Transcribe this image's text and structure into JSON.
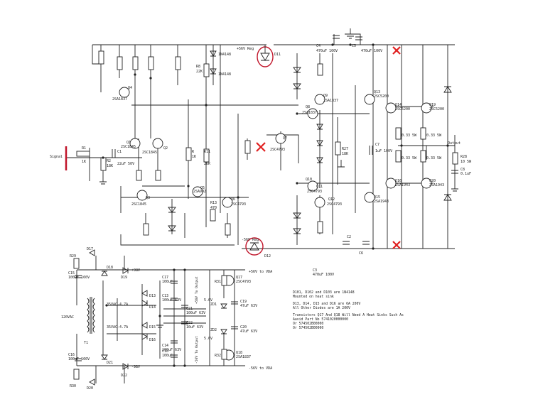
{
  "schematic": {
    "input_label": "Signal",
    "output_label": "Output",
    "ac_input_label": "120VAC",
    "transformer": {
      "ref": "T1",
      "sec1": "35VAC-4.7A",
      "sec2": "35VAC-4.7A"
    },
    "regulator_top_label": "+56V Reg",
    "regulator_bottom_label": "-56V Reg",
    "rail_labels": {
      "pos98": "+98V",
      "neg98": "-98V",
      "pos56_vda": "+56V to VDA",
      "neg56_vda": "-56V to VDA",
      "pos_output": "+56V To Output",
      "neg_output": "-56V To Output"
    },
    "zener_labels": [
      "5.6V",
      "5.6V"
    ],
    "parts": {
      "d11": "D11",
      "d12": "D12",
      "d1": "1N4148",
      "d2": "1N4148",
      "q4": "Q4",
      "q4v": "2SA1837",
      "q1": "Q1",
      "q1v": "2SC1845",
      "q2": "Q2",
      "q2v": "2SC1845",
      "q3": "Q3",
      "q3v": "2SC1845",
      "q5": "Q5",
      "q5v": "2SA992",
      "q6": "Q6",
      "q6v": "2SC4793",
      "q7": "Q7",
      "q7v": "2SC4793",
      "q8": "Q8",
      "q8v": "2SA1837",
      "q9": "Q9",
      "q9v": "2SA1837",
      "q10": "Q10",
      "q11": "Q11",
      "q11v": "2SC4793",
      "q12": "Q12",
      "q12v": "2SC4793",
      "q13": "Q13",
      "q13v": "2SC5200",
      "q14": "Q14",
      "q14v": "2SC5200",
      "q19": "Q19",
      "q19v": "2SC5200",
      "q15": "Q15",
      "q15v": "2SA1943",
      "q16": "Q16",
      "q16v": "2SA1943",
      "q20": "Q20",
      "q20v": "2SA1943",
      "q17": "Q17",
      "q17v": "2SC4793",
      "q18": "Q18",
      "q18v": "2SA1837",
      "c1": "C1",
      "c1v": "22uF 50V",
      "c7": "C7",
      "c7v": "1uF 100V",
      "c2": "C2",
      "c3": "C3",
      "c4": "C4",
      "c4v": "470uF 100V",
      "c5": "C5",
      "c5v": "470uF 100V",
      "c6": "C6",
      "c8": "C8",
      "c8v": "0.1uF",
      "r1": "R1",
      "r1v": "1K",
      "r2": "R2",
      "r2v": "18K",
      "r8": "R8",
      "r8v": "22K",
      "r11": "R11",
      "r11v": "20K",
      "r13": "R13",
      "r13v": "470",
      "r27": "R27",
      "r27v": "18K",
      "r28": "R28",
      "r28v": "10 5W",
      "rx": "R",
      "rxv": "1K",
      "r_emit": "0.33 5W"
    },
    "ps_parts": {
      "d17": "D17",
      "d18": "D18",
      "d19": "D19",
      "d20": "D20",
      "d21": "D21",
      "d22": "D22",
      "d13": "D13",
      "d14": "D14",
      "d15": "D15",
      "d16": "D16",
      "zd1": "ZD1",
      "zd2": "ZD2",
      "c15": "C15",
      "c15v": "100uF 160V",
      "c16": "C16",
      "c16v": "100uF 160V",
      "c17": "C17",
      "c17v": "100uF",
      "c18": "C18",
      "c18v": "100uF",
      "c13": "C13",
      "c13v": "100uF 63V",
      "c14": "C14",
      "c14v": "100uF 63V",
      "c21": "C21",
      "c21v": "100uF 63V",
      "c22": "C22",
      "c22v": "10uF 63V",
      "c19": "C19",
      "c19v": "47uF 63V",
      "c20": "C20",
      "c20v": "47uF 63V",
      "r29": "R29",
      "r30": "R30",
      "r31": "R31",
      "r32": "R32",
      "q17": "Q17",
      "q17v": "2SC4793",
      "q18": "Q18",
      "q18v": "2SA1837"
    },
    "notes": [
      "D101, D102 and D103 are 1N4148",
      "Mounted on heat sink",
      "D13, D14, D15 and D16 are 6A 200V",
      "All Other Diodes are 1A 200V",
      "Transistors Q17 And Q18 Will Need A Heat Sinks Such As",
      "Aavid Part No 5741020000000",
      "Or   574502B00000",
      "Or   574502B00000"
    ]
  }
}
